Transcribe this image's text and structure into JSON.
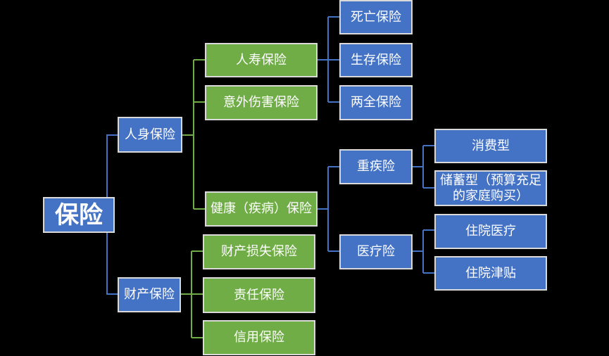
{
  "root": "保险",
  "level1": {
    "personal": "人身保险",
    "property": "财产保险"
  },
  "personal_children": {
    "life": "人寿保险",
    "accident": "意外伤害保险",
    "health": "健康（疾病）保险"
  },
  "life_children": {
    "death": "死亡保险",
    "survival": "生存保险",
    "endowment": "两全保险"
  },
  "health_children": {
    "critical": "重疾险",
    "medical": "医疗险"
  },
  "critical_children": {
    "consumption": "消费型",
    "savings": "储蓄型（预算充足的家庭购买）"
  },
  "medical_children": {
    "inpatient": "住院医疗",
    "allowance": "住院津贴"
  },
  "property_children": {
    "loss": "财产损失保险",
    "liability": "责任保险",
    "credit": "信用保险"
  },
  "colors": {
    "blue_node": "#4472c4",
    "green_node": "#70ad47",
    "border": "#d9d9d9",
    "background": "#000000"
  }
}
